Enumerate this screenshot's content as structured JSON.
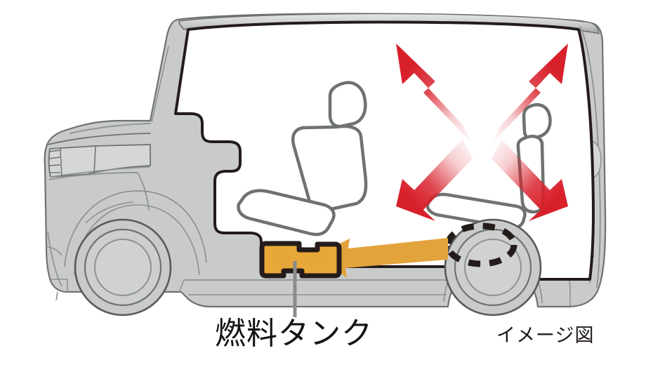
{
  "figure": {
    "type": "vehicle-cutaway-illustration",
    "subject": "kei-van-side-view-fuel-tank-location",
    "background_color": "#ffffff"
  },
  "labels": {
    "fuel_tank": "燃料タンク",
    "image_note": "イメージ図"
  },
  "colors": {
    "body_fill": "#c9cbca",
    "body_fill_light": "#d5d7d6",
    "body_outline": "#6e7270",
    "cabin_outline": "#241c1a",
    "cabin_fill": "#ffffff",
    "tank_fill": "#e8a838",
    "tank_outline": "#241c1a",
    "arrow_orange": "#e2a33c",
    "arrow_red": "#d8202b",
    "leader_line": "#8a8c8b",
    "seat_outline": "#6e7270",
    "dashed_outline": "#241c1a",
    "text": "#1a1a1a"
  },
  "annotations": {
    "red_arrows": [
      {
        "name": "arrow-up-left",
        "direction": "up-left"
      },
      {
        "name": "arrow-up-right",
        "direction": "up-right"
      },
      {
        "name": "arrow-down-left",
        "direction": "down-left"
      },
      {
        "name": "arrow-down-right",
        "direction": "down-right"
      }
    ],
    "orange_arrow": {
      "name": "fuel-tank-relocation-arrow",
      "direction": "left",
      "from": "dashed-oval-rear-wheel-area",
      "to": "fuel-tank-under-floor"
    },
    "dashed_oval": {
      "name": "former-fuel-tank-position",
      "style": "dashed"
    },
    "leader": {
      "name": "fuel-tank-leader-line",
      "orientation": "vertical"
    }
  },
  "parts": {
    "front_seat": "front-seat",
    "rear_seat": "rear-seat",
    "front_wheel": "front-wheel",
    "rear_wheel": "rear-wheel",
    "fuel_tank": "fuel-tank",
    "cabin": "cabin-interior",
    "body": "vehicle-body"
  }
}
